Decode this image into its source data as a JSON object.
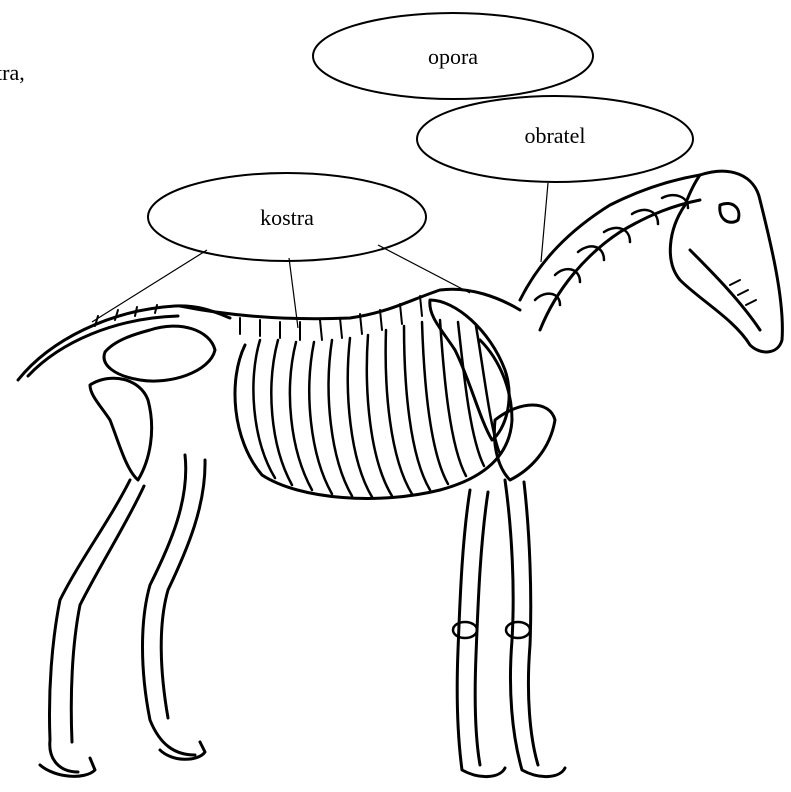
{
  "fragment_text": "tra,",
  "labels": {
    "opora": "opora",
    "obratel": "obratel",
    "kostra": "kostra"
  },
  "illustration": "horse-skeleton"
}
